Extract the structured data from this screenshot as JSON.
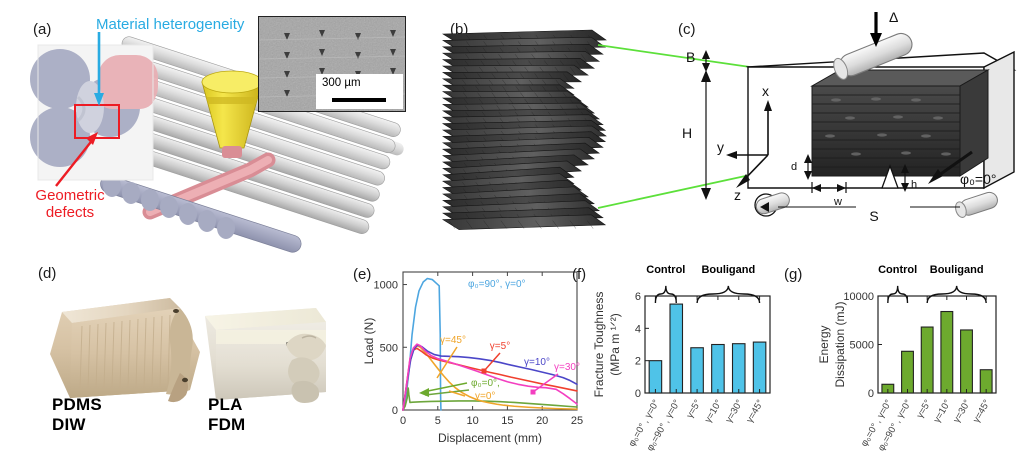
{
  "figure": {
    "panels": {
      "a": "(a)",
      "b": "(b)",
      "c": "(c)",
      "d": "(d)",
      "e": "(e)",
      "f": "(f)",
      "g": "(g)"
    }
  },
  "panel_a": {
    "annotation_material": "Material heterogeneity",
    "annotation_defects_line1": "Geometric",
    "annotation_defects_line2": "defects",
    "sem_scalebar": "300 µm",
    "colors": {
      "cyan": "#29ABE2",
      "red": "#ED1C24",
      "nozzle": "#F2E23A",
      "filament": "#E8A2A8"
    }
  },
  "panel_c": {
    "labels": {
      "B": "B",
      "H": "H",
      "S": "S",
      "d": "d",
      "w": "w",
      "h": "h",
      "delta": "Δ",
      "axis_x": "x",
      "axis_y": "y",
      "axis_z": "z",
      "phi0": "φ₀=0°"
    }
  },
  "panel_d": {
    "specimens": [
      {
        "name": "PDMS\nDIW",
        "line1": "PDMS",
        "line2": "DIW"
      },
      {
        "name": "PLA\nFDM",
        "line1": "PLA",
        "line2": "FDM"
      }
    ]
  },
  "chart_data": [
    {
      "panel": "e",
      "type": "line",
      "title": "",
      "xlabel": "Displacement (mm)",
      "ylabel": "Load (N)",
      "xlim": [
        0,
        25
      ],
      "ylim": [
        0,
        1100
      ],
      "xticks": [
        0,
        5,
        10,
        15,
        20,
        25
      ],
      "yticks": [
        0,
        500,
        1000
      ],
      "grid": false,
      "legend_position": "inline-annotations",
      "series": [
        {
          "name": "φ₀=90°, γ=0°",
          "label": "φ₀=90°, γ=0°",
          "color": "#4DA6E0",
          "points": [
            [
              0,
              0
            ],
            [
              0.4,
              90
            ],
            [
              0.9,
              330
            ],
            [
              1.3,
              600
            ],
            [
              1.8,
              820
            ],
            [
              2.3,
              950
            ],
            [
              2.9,
              1020
            ],
            [
              3.5,
              1048
            ],
            [
              4.2,
              1040
            ],
            [
              4.8,
              1010
            ],
            [
              5.2,
              990
            ],
            [
              5.35,
              600
            ],
            [
              5.4,
              120
            ],
            [
              5.45,
              0
            ]
          ]
        },
        {
          "name": "γ=0° (φ₀=0°)",
          "label": "φ₀=0°, γ=0°",
          "color": "#6DA63C",
          "points": [
            [
              0,
              0
            ],
            [
              0.3,
              30
            ],
            [
              0.6,
              95
            ],
            [
              0.75,
              175
            ],
            [
              0.85,
              120
            ],
            [
              1.0,
              60
            ],
            [
              1.4,
              62
            ],
            [
              2.5,
              65
            ],
            [
              4,
              68
            ],
            [
              6,
              70
            ],
            [
              8,
              72
            ],
            [
              10,
              72
            ],
            [
              12,
              70
            ],
            [
              14,
              66
            ],
            [
              16,
              60
            ],
            [
              18,
              52
            ],
            [
              20,
              44
            ],
            [
              22,
              36
            ],
            [
              24,
              28
            ],
            [
              25,
              24
            ]
          ]
        },
        {
          "name": "γ=45°",
          "label": "γ=45°",
          "color": "#F0A52A",
          "points": [
            [
              0,
              0
            ],
            [
              0.5,
              180
            ],
            [
              1.0,
              380
            ],
            [
              1.5,
              480
            ],
            [
              2.0,
              512
            ],
            [
              2.5,
              500
            ],
            [
              3.0,
              470
            ],
            [
              3.6,
              430
            ],
            [
              4.3,
              380
            ],
            [
              5.0,
              330
            ],
            [
              5.8,
              275
            ],
            [
              6.6,
              225
            ],
            [
              7.5,
              178
            ],
            [
              8.5,
              138
            ],
            [
              9.5,
              108
            ],
            [
              10.5,
              85
            ],
            [
              11.5,
              68
            ],
            [
              12.5,
              56
            ],
            [
              13.5,
              46
            ],
            [
              14.5,
              38
            ],
            [
              16,
              30
            ],
            [
              18,
              22
            ],
            [
              20,
              16
            ],
            [
              22,
              11
            ],
            [
              25,
              7
            ]
          ]
        },
        {
          "name": "γ=5°",
          "label": "γ=5°",
          "color": "#F0402E",
          "points": [
            [
              0,
              0
            ],
            [
              0.5,
              200
            ],
            [
              1.0,
              400
            ],
            [
              1.5,
              478
            ],
            [
              2.0,
              492
            ],
            [
              2.6,
              470
            ],
            [
              3.3,
              440
            ],
            [
              4.2,
              415
            ],
            [
              5.2,
              398
            ],
            [
              6.5,
              380
            ],
            [
              8,
              360
            ],
            [
              9.5,
              340
            ],
            [
              11,
              320
            ],
            [
              12.5,
              300
            ],
            [
              14,
              282
            ],
            [
              15.5,
              262
            ],
            [
              17,
              244
            ],
            [
              18.5,
              226
            ],
            [
              20,
              208
            ],
            [
              21.5,
              192
            ],
            [
              23,
              175
            ],
            [
              25,
              152
            ]
          ]
        },
        {
          "name": "γ=10°",
          "label": "γ=10°",
          "color": "#4B46C8",
          "points": [
            [
              0,
              0
            ],
            [
              0.5,
              190
            ],
            [
              1.1,
              400
            ],
            [
              1.6,
              490
            ],
            [
              2.1,
              518
            ],
            [
              2.7,
              505
            ],
            [
              3.5,
              470
            ],
            [
              4.5,
              442
            ],
            [
              5.5,
              430
            ],
            [
              6.5,
              428
            ],
            [
              8,
              425
            ],
            [
              9.5,
              418
            ],
            [
              11,
              408
            ],
            [
              12.5,
              395
            ],
            [
              14,
              378
            ],
            [
              15.5,
              358
            ],
            [
              17,
              340
            ],
            [
              18.5,
              322
            ],
            [
              20,
              302
            ],
            [
              21.5,
              282
            ],
            [
              23,
              258
            ],
            [
              24,
              235
            ],
            [
              25,
              205
            ]
          ]
        },
        {
          "name": "γ=30°",
          "label": "γ=30°",
          "color": "#F33FC0",
          "points": [
            [
              0,
              0
            ],
            [
              0.5,
              195
            ],
            [
              1.0,
              410
            ],
            [
              1.5,
              495
            ],
            [
              2.0,
              525
            ],
            [
              2.5,
              512
            ],
            [
              3.2,
              470
            ],
            [
              4.0,
              435
            ],
            [
              5.0,
              410
            ],
            [
              6.2,
              390
            ],
            [
              7.5,
              368
            ],
            [
              9,
              340
            ],
            [
              10.5,
              312
            ],
            [
              12,
              282
            ],
            [
              13.5,
              252
            ],
            [
              15,
              225
            ],
            [
              16.5,
              205
            ],
            [
              18,
              190
            ],
            [
              19.5,
              180
            ],
            [
              20.5,
              178
            ],
            [
              22,
              165
            ],
            [
              23,
              130
            ],
            [
              24,
              90
            ],
            [
              25,
              48
            ]
          ]
        }
      ]
    },
    {
      "panel": "f",
      "type": "bar",
      "title": "",
      "ylabel_line1": "Fracture Toughness",
      "ylabel_line2": "(MPa m ¹ᐟ²)",
      "ylabel": "Fracture Toughness (MPa m 1/2)",
      "xlabel": "",
      "ylim": [
        0,
        6
      ],
      "yticks": [
        0,
        2,
        4,
        6
      ],
      "bar_color": "#4FC3E8",
      "bar_edge": "#222222",
      "categories": [
        "φ₀=0° , γ=0°",
        "φ₀=90° , γ=0°",
        "γ=5°",
        "γ=10°",
        "γ=30°",
        "γ=45°"
      ],
      "values": [
        2.0,
        5.5,
        2.8,
        3.0,
        3.05,
        3.15
      ],
      "groups": [
        {
          "label": "Control",
          "from": 0,
          "to": 1
        },
        {
          "label": "Bouligand",
          "from": 2,
          "to": 5
        }
      ]
    },
    {
      "panel": "g",
      "type": "bar",
      "title": "",
      "ylabel_line1": "Energy",
      "ylabel_line2": "Dissipation (mJ)",
      "ylabel": "Energy Dissipation (mJ)",
      "xlabel": "",
      "ylim": [
        0,
        10000
      ],
      "yticks": [
        0,
        5000,
        10000
      ],
      "bar_color": "#6DAA2E",
      "bar_edge": "#222222",
      "categories": [
        "φ₀=0° , γ=0°",
        "φ₀=90° , γ=0°",
        "γ=5°",
        "γ=10°",
        "γ=30°",
        "γ=45°"
      ],
      "values": [
        900,
        4300,
        6800,
        8400,
        6500,
        2400
      ],
      "groups": [
        {
          "label": "Control",
          "from": 0,
          "to": 1
        },
        {
          "label": "Bouligand",
          "from": 2,
          "to": 5
        }
      ]
    }
  ]
}
